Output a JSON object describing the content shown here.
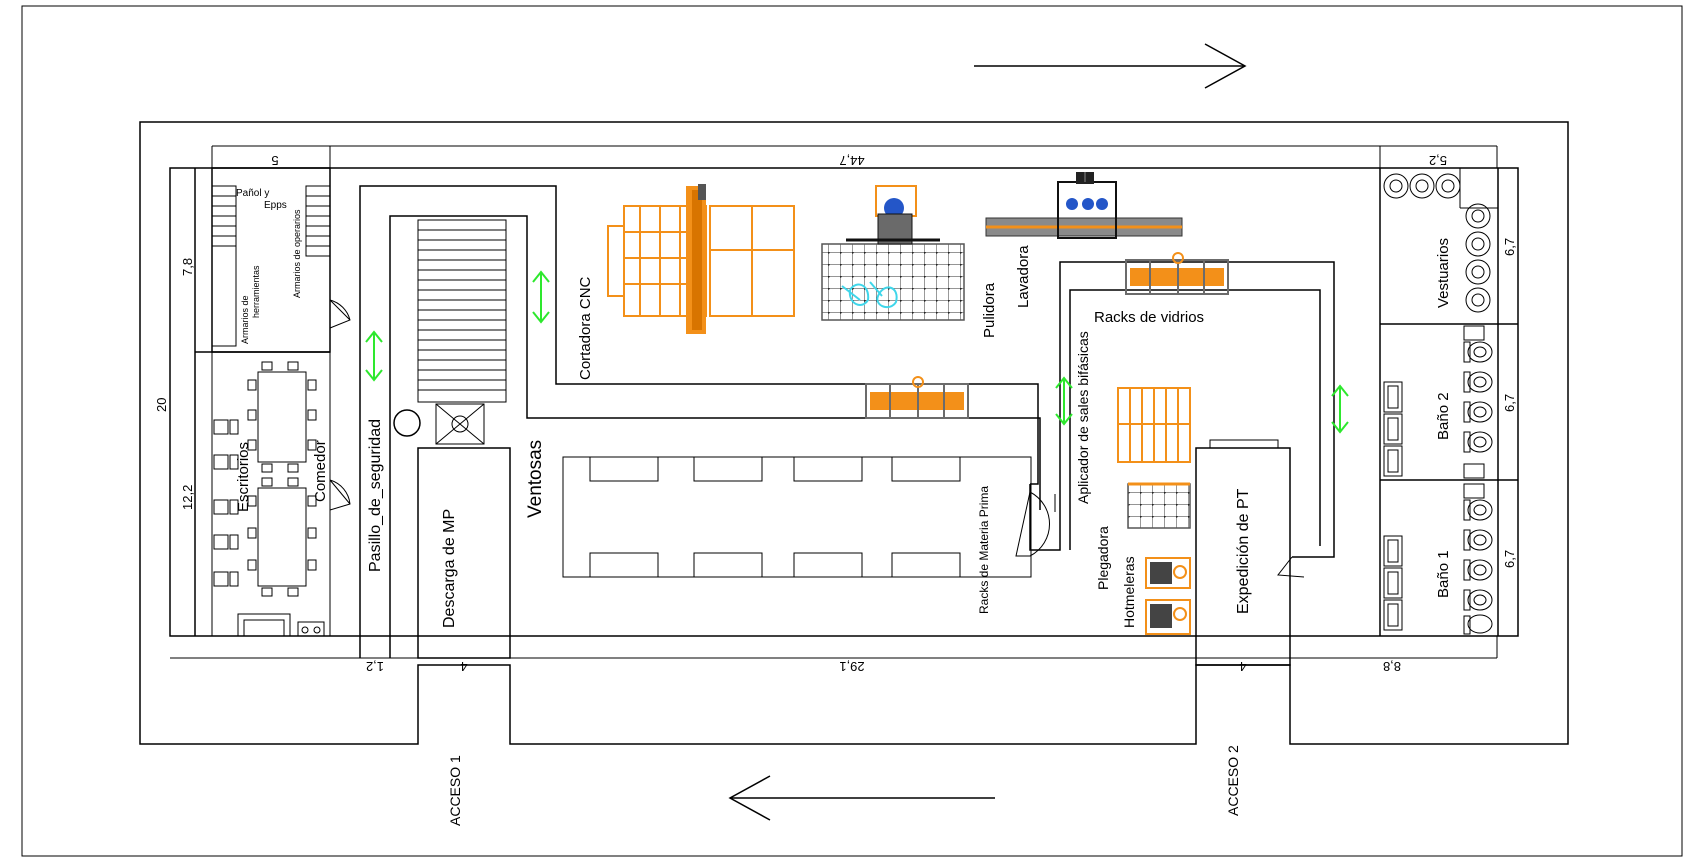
{
  "labels": {
    "panol": "Pañol y",
    "epps": "Epps",
    "armarios_herramientas_1": "Armarios de",
    "armarios_herramientas_2": "herramientas",
    "armarios_operarios": "Armarios de operarios",
    "escritorios": "Escritorios",
    "comedor": "Comedor",
    "pasillo": "Pasillo_de_seguridad",
    "descarga": "Descarga de MP",
    "ventosas": "Ventosas",
    "cortadora": "Cortadora CNC",
    "pulidora": "Pulidora",
    "lavadora": "Lavadora",
    "racks_vidrios": "Racks de vidrios",
    "aplicador": "Aplicador de sales bifásicas",
    "racks_mp": "Racks de Materia Prima",
    "plegadora": "Plegadora",
    "hotmeleras": "Hotmeleras",
    "expedicion": "Expedición de PT",
    "vestuarios": "Vestuarios",
    "bano2": "Baño 2",
    "bano1": "Baño 1",
    "acceso1": "ACCESO 1",
    "acceso2": "ACCESO 2"
  },
  "dims": {
    "d5": "5",
    "d44_7": "44,7",
    "d5_2": "5,2",
    "d7_8": "7,8",
    "d20": "20",
    "d12_2": "12,2",
    "d6_7a": "6,7",
    "d6_7b": "6,7",
    "d6_7c": "6,7",
    "d1_2": "1,2",
    "d4a": "4",
    "d29_1": "29,1",
    "d4b": "4",
    "d8_8": "8,8"
  },
  "colors": {
    "machine": "#f39019",
    "arrow_green": "#2ee82e",
    "cyan": "#3fd6ea",
    "blue": "#2456c8"
  }
}
